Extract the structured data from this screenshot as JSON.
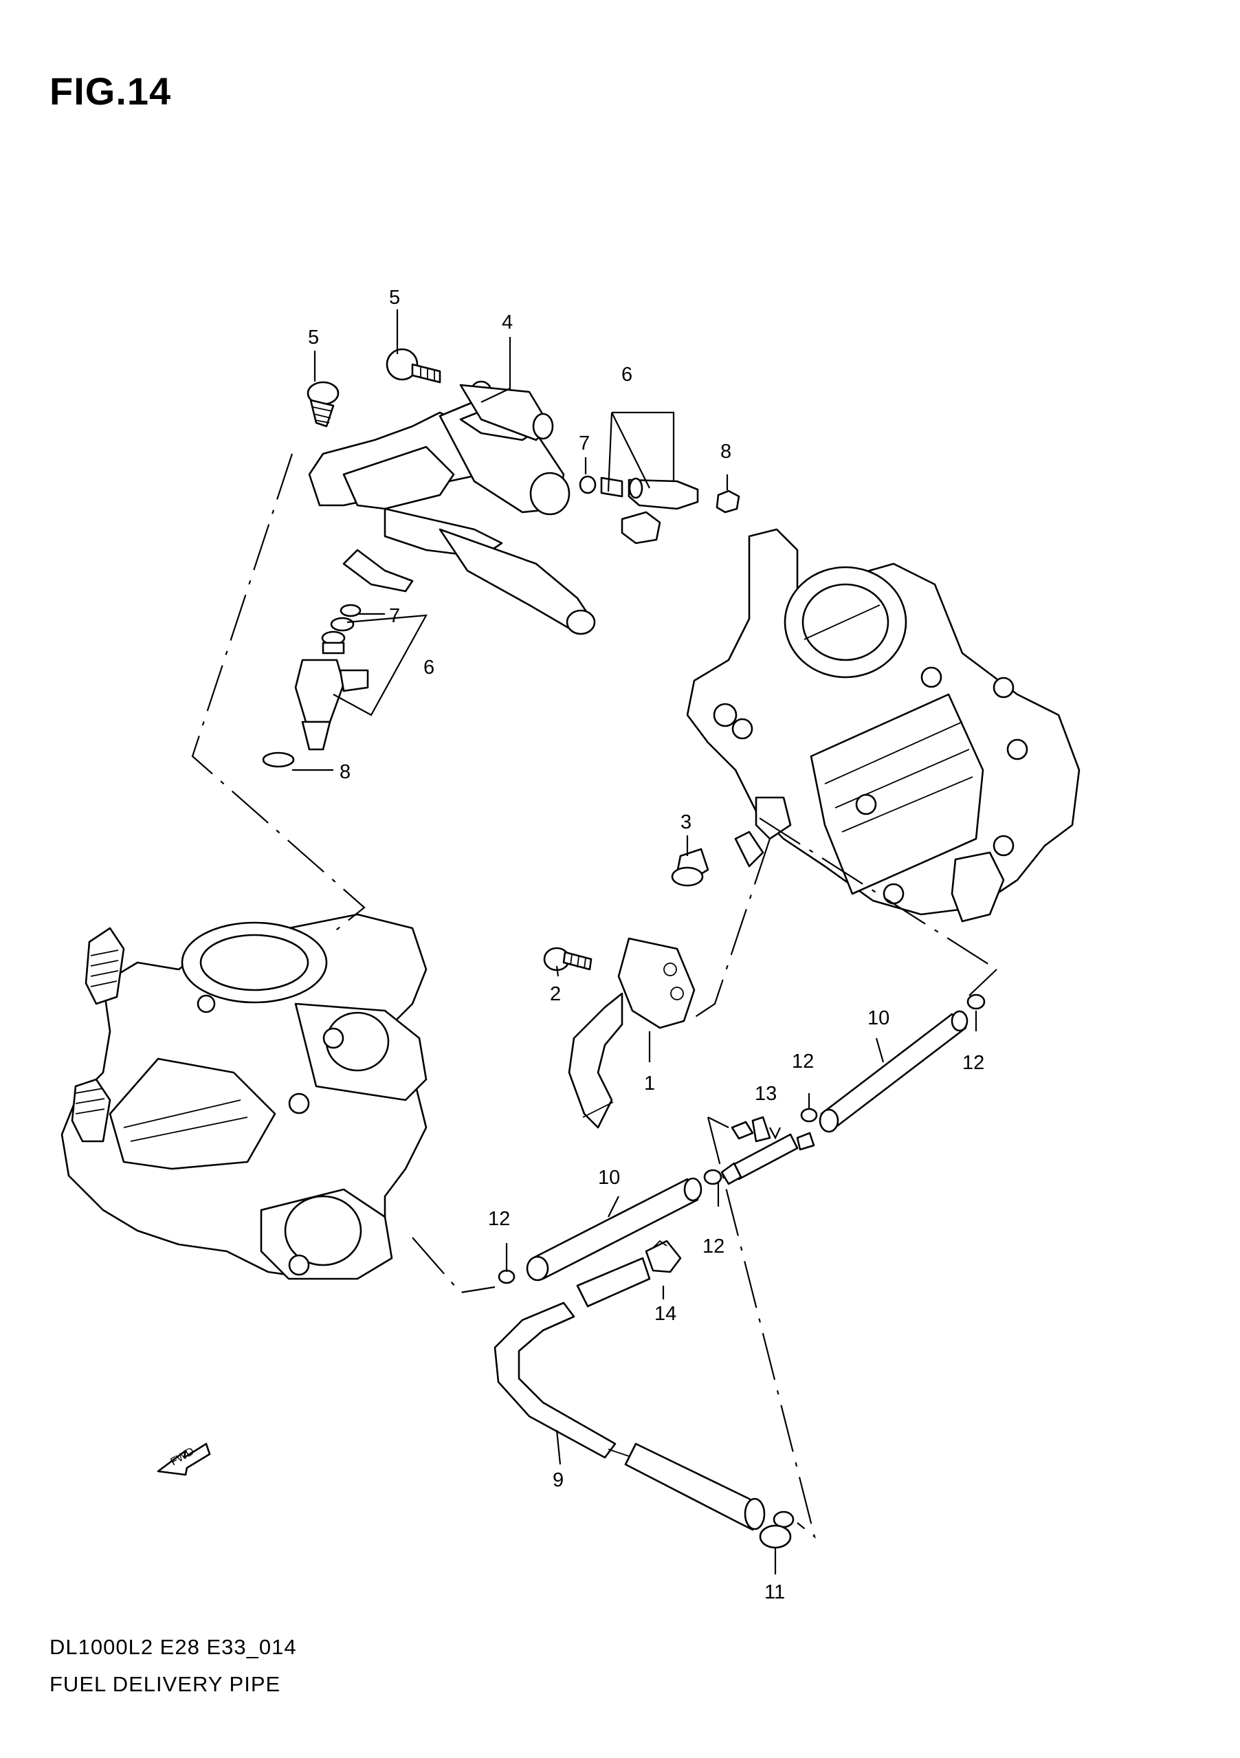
{
  "figure_title": "FIG.14",
  "footer": {
    "model_code": "DL1000L2 E28 E33_014",
    "section_name": "FUEL DELIVERY PIPE"
  },
  "fwd_arrow_label": "FWD",
  "callouts": {
    "c1": "1",
    "c2": "2",
    "c3": "3",
    "c4": "4",
    "c5a": "5",
    "c5b": "5",
    "c6a": "6",
    "c6b": "6",
    "c7a": "7",
    "c7b": "7",
    "c8a": "8",
    "c8b": "8",
    "c9": "9",
    "c10a": "10",
    "c10b": "10",
    "c11": "11",
    "c12a": "12",
    "c12b": "12",
    "c12c": "12",
    "c12d": "12",
    "c13": "13",
    "c14": "14"
  }
}
